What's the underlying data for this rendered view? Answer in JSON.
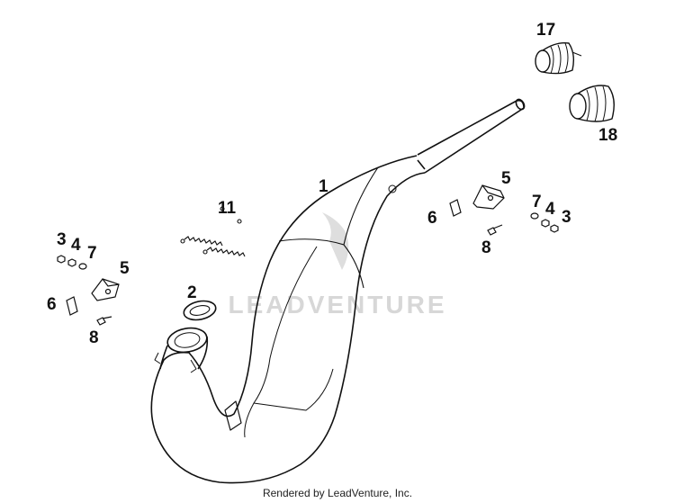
{
  "diagram": {
    "watermark": "LEADVENTURE",
    "labels": {
      "l1": "1",
      "l2": "2",
      "l11": "11",
      "l17": "17",
      "l18": "18",
      "l5_right": "5",
      "l6_right": "6",
      "l8_right": "8",
      "l7_right": "7",
      "l4_right": "4",
      "l3_right": "3",
      "l3_left": "3",
      "l4_left": "4",
      "l7_left": "7",
      "l5_left": "5",
      "l6_left": "6",
      "l8_left": "8"
    }
  },
  "footer": {
    "credit": "Rendered by LeadVenture, Inc."
  }
}
